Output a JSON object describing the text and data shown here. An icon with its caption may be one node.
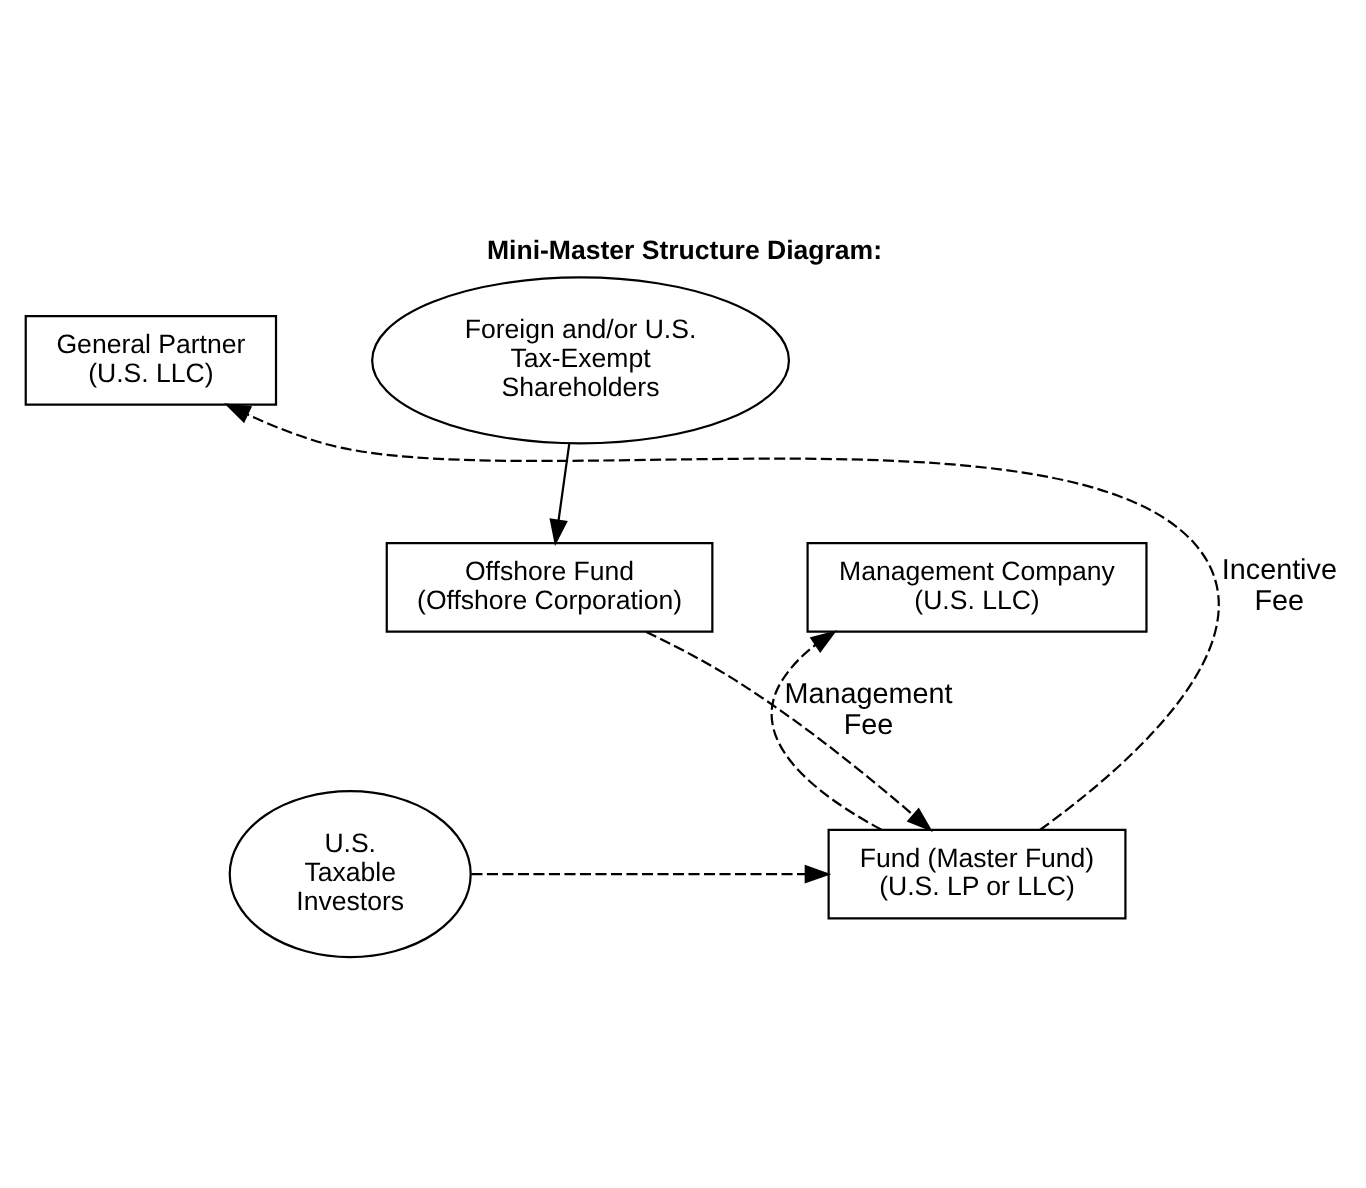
{
  "diagram": {
    "title": "Mini-Master Structure Diagram:",
    "nodes": [
      {
        "text": [
          "Management Company (U.S. LLC)"
        ]
      },
      {
        "text": [
          "Foreign and/or U.S. Tax-Exempt Shareholders"
        ]
      },
      {
        "text": [
          "General Partner (U.S. LLC)"
        ]
      },
      {
        "text": [
          "Offshore Fund (Offshore Corporation)"
        ]
      },
      {
        "text": [
          "Fund (Master Fund) (U.S. LP or LLC)"
        ]
      },
      {
        "text": [
          "U.S. Taxable Investors"
        ]
      }
    ],
    "edges": [
      {
        "from": 1,
        "to": 3,
        "arrow": "to"
      },
      {
        "from": 3,
        "to": 4,
        "arrow": "to",
        "style": "dashed"
      },
      {
        "from": 4,
        "to": 0,
        "arrow": "to",
        "style": "dashed",
        "label": "Management Fee"
      },
      {
        "from": 4,
        "to": 2,
        "arrow": "to",
        "style": "dashed",
        "label": "Incentive Fee"
      },
      {
        "from": 5,
        "to": 4,
        "arrow": "to",
        "style": "dashed"
      }
    ]
  }
}
